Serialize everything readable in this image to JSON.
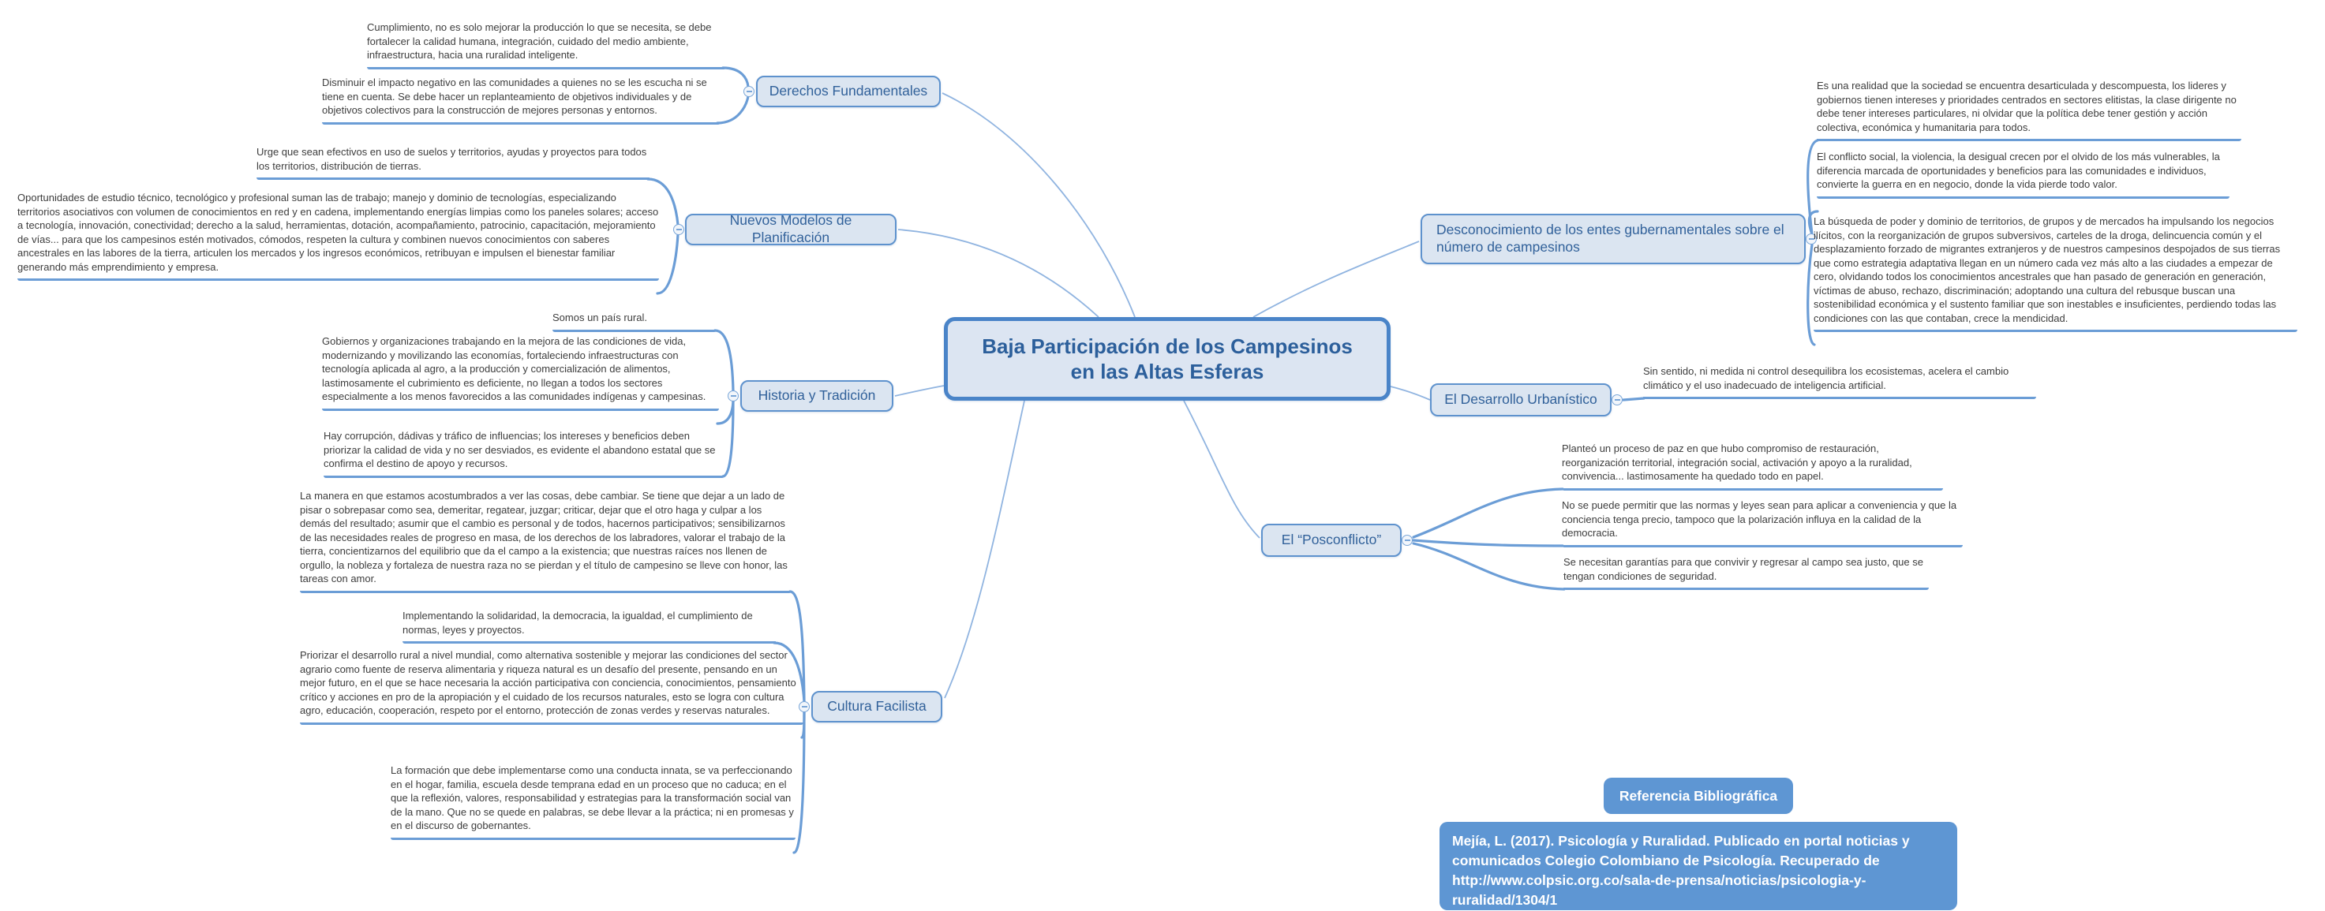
{
  "center": {
    "title": "Baja Participación de los Campesinos en las Altas Esferas"
  },
  "branches": {
    "derechos": {
      "label": "Derechos Fundamentales",
      "notes": {
        "cumplimiento": "Cumplimiento, no es solo mejorar la producción lo que se necesita, se debe fortalecer la calidad humana, integración, cuidado del medio ambiente, infraestructura, hacia una ruralidad inteligente.",
        "disminuir": "Disminuir el impacto negativo en las comunidades a quienes no se les escucha ni se tiene en cuenta. Se debe hacer un replanteamiento de objetivos individuales y de objetivos colectivos para la construcción de mejores personas y entornos."
      }
    },
    "nuevos": {
      "label": "Nuevos Modelos de Planificación",
      "notes": {
        "urge": "Urge que sean efectivos en uso de suelos y territorios, ayudas y proyectos para todos los territorios, distribución de tierras.",
        "oportunidades": "Oportunidades de estudio técnico, tecnológico y profesional suman las de trabajo; manejo y dominio de tecnologías, especializando territorios asociativos con volumen de conocimientos en red y en cadena, implementando energías limpias  como los paneles solares; acceso a tecnología, innovación, conectividad; derecho a la salud, herramientas, dotación, acompañamiento, patrocinio, capacitación, mejoramiento de vías... para que los campesinos estén motivados, cómodos, respeten la cultura y  combinen nuevos conocimientos con saberes ancestrales en las labores de la tierra, articulen los mercados y los ingresos económicos, retribuyan e impulsen el bienestar familiar generando más emprendimiento y empresa."
      }
    },
    "historia": {
      "label": "Historia y Tradición",
      "notes": {
        "somos": "Somos un país rural.",
        "gobiernos": "Gobiernos y organizaciones trabajando en la mejora de las condiciones de vida, modernizando y movilizando las economías, fortaleciendo infraestructuras con tecnología aplicada al agro, a la producción y comercialización de alimentos, lastimosamente el cubrimiento es deficiente, no llegan a todos los sectores especialmente a los menos favorecidos a las comunidades indígenas y campesinas.",
        "corrupcion": "Hay corrupción, dádivas y tráfico de influencias; los intereses y beneficios deben priorizar la calidad de vida y no ser desviados, es evidente el abandono estatal que se confirma el destino de apoyo y recursos."
      }
    },
    "cultura": {
      "label": "Cultura Facilista",
      "notes": {
        "manera": "La manera en que estamos acostumbrados a ver las cosas, debe cambiar. Se tiene que dejar a un lado de  pisar o sobrepasar como sea, demeritar, regatear, juzgar; criticar, dejar que el otro haga y culpar a los demás del resultado; asumir que el cambio es personal y de todos, hacernos participativos; sensibilizarnos de las necesidades reales de progreso en masa, de los derechos de los labradores, valorar el trabajo de la tierra, concientizarnos del equilibrio que da el campo a la existencia; que nuestras raíces nos llenen de orgullo, la nobleza y fortaleza de nuestra raza no se pierdan y el título de campesino se lleve con honor, las tareas con amor.",
        "implementando": "Implementando la solidaridad, la democracia, la igualdad, el cumplimiento de normas, leyes y proyectos.",
        "priorizar": "Priorizar el desarrollo rural a nivel mundial, como alternativa sostenible y mejorar  las condiciones del sector agrario como fuente de reserva alimentaria y riqueza natural es un desafío del presente, pensando en un mejor futuro, en el que se hace necesaria la acción participativa con conciencia, conocimientos, pensamiento crítico y acciones en pro de la apropiación y el cuidado de los recursos naturales, esto se logra con cultura agro, educación, cooperación, respeto por el entorno, protección de zonas verdes y reservas naturales.",
        "formacion": "La formación que debe implementarse como una conducta innata, se va perfeccionando en el hogar, familia, escuela desde temprana edad en un proceso que no caduca; en el que la reflexión, valores, responsabilidad y estrategias para la transformación social van de la mano. Que no se quede en palabras, se debe llevar a la práctica; ni en promesas y en el discurso de gobernantes."
      }
    },
    "desconocimiento": {
      "label": "Desconocimiento de los entes gubernamentales sobre el número de campesinos",
      "notes": {
        "realidad": "Es una realidad que la sociedad se encuentra desarticulada y descompuesta, los lideres y gobiernos tienen intereses y prioridades centrados en sectores elitistas, la clase dirigente no debe tener intereses particulares, ni olvidar que la política debe tener gestión y acción colectiva, económica y humanitaria para todos.",
        "conflicto": "El conflicto social, la violencia, la desigual crecen por el olvido de los más vulnerables, la diferencia marcada de oportunidades y beneficios para las comunidades e individuos, convierte la guerra en en negocio, donde la vida pierde todo valor.",
        "busqueda": "La búsqueda de poder y dominio de territorios, de grupos y de mercados ha impulsando los negocios ilícitos, con la reorganización de grupos subversivos, carteles de la droga, delincuencia común y el desplazamiento forzado de migrantes extranjeros y de nuestros campesinos despojados de sus tierras que como estrategia adaptativa llegan en un número cada vez más alto a las ciudades a empezar de cero, olvidando todos los conocimientos ancestrales que han pasado de generación en generación, víctimas de abuso, rechazo, discriminación; adoptando una cultura del rebusque buscan una sostenibilidad económica y el sustento familiar que son inestables e insuficientes, perdiendo todas las condiciones con las que contaban, crece la mendicidad."
      }
    },
    "desarrollo": {
      "label": "El Desarrollo Urbanístico",
      "notes": {
        "sinsentido": "Sin sentido, ni medida ni control desequilibra los ecosistemas, acelera el cambio climático y el uso inadecuado de inteligencia artificial."
      }
    },
    "posconflicto": {
      "label": "El “Posconflicto”",
      "notes": {
        "planteo": "Planteó un proceso de paz en que hubo compromiso de restauración, reorganización territorial, integración social, activación y apoyo a la ruralidad, convivencia... lastimosamente ha quedado todo en papel.",
        "nosepuede": "No se puede permitir que las normas y leyes sean para aplicar a conveniencia y que la conciencia tenga precio, tampoco que la polarización influya en la calidad de la democracia.",
        "garantias": "Se necesitan garantías para que convivir y regresar al campo sea justo, que se tengan condiciones de seguridad."
      }
    }
  },
  "reference": {
    "label": "Referencia Bibliográfica",
    "citation": "Mejía, L. (2017).  Psicología y Ruralidad. Publicado en portal noticias y comunicados Colegio Colombiano de Psicología. Recuperado de http://www.colpsic.org.co/sala-de-prensa/noticias/psicologia-y-ruralidad/1304/1"
  },
  "colors": {
    "node_fill": "#dbe5f1",
    "node_border": "#5e92cd",
    "node_text": "#31619a",
    "center_border": "#4a84c8",
    "solid_fill": "#5e96d3",
    "underline": "#6b9dd6",
    "wire": "#90b4e0",
    "note_text": "#3d3d3d"
  }
}
